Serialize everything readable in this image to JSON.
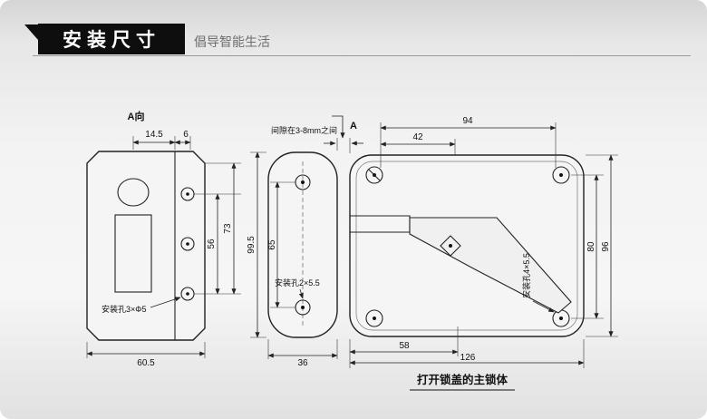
{
  "header": {
    "title": "安装尺寸",
    "subtitle": "倡导智能生活"
  },
  "left_view": {
    "view_label": "A向",
    "dim_top_left": "14.5",
    "dim_top_right": "6",
    "dim_height_inner": "56",
    "dim_height_outer": "73",
    "dim_width": "60.5",
    "holes_label": "安装孔3×Φ5"
  },
  "middle_view": {
    "gap_note": "间隙在3-8mm之间",
    "section_label": "A",
    "dim_height_outer": "99.5",
    "dim_height_holes": "65",
    "dim_width": "36",
    "holes_label": "安装孔2×5.5"
  },
  "main_view": {
    "dim_width_top": "94",
    "dim_width_top_inner": "42",
    "dim_height_inner": "80",
    "dim_height_outer": "96",
    "dim_width_bottom_inner": "58",
    "dim_width_bottom": "126",
    "holes_label": "安装孔4×5.5",
    "caption": "打开锁盖的主锁体"
  }
}
